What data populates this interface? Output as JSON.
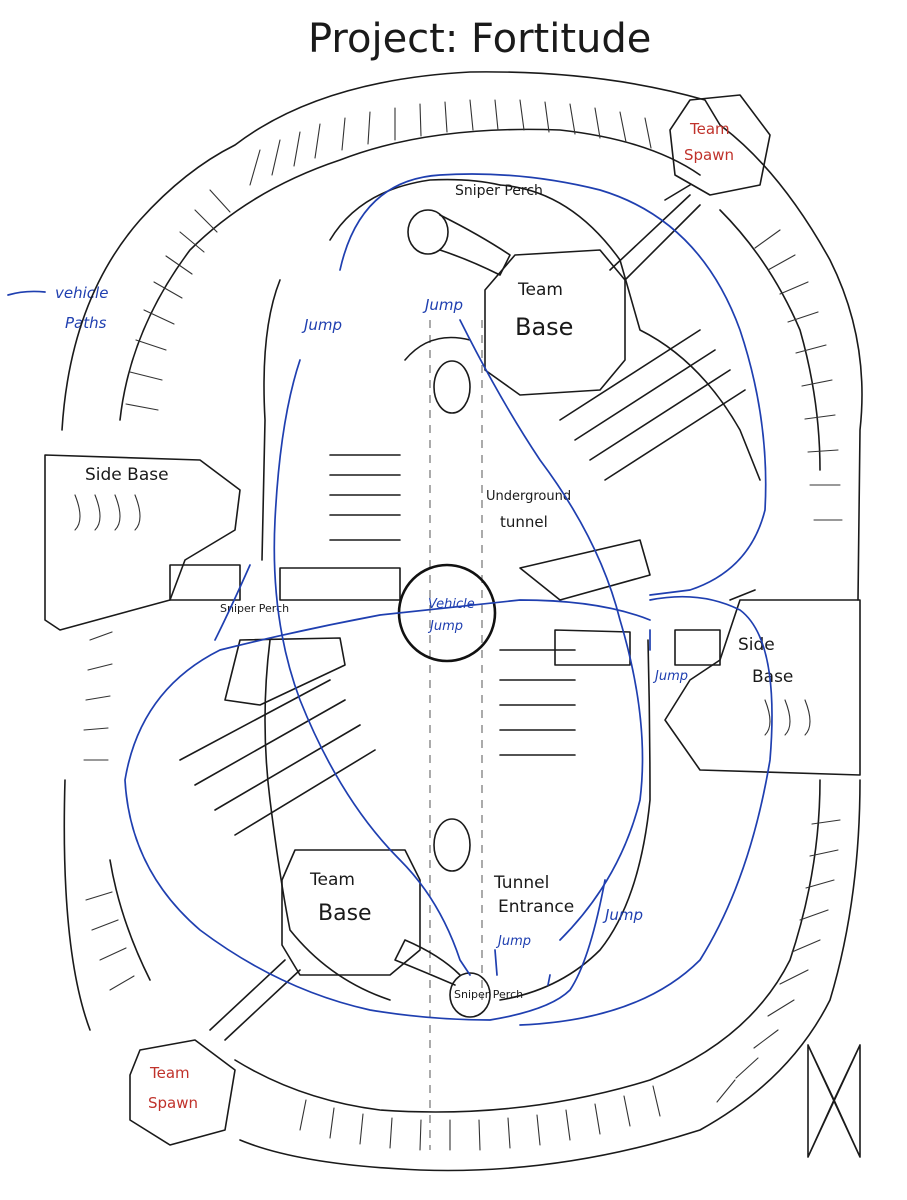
{
  "title": "Project: Fortitude",
  "legend": {
    "vehicle_paths": "vehicle Paths"
  },
  "labels": {
    "sniper_perch_top": "Sniper Perch",
    "sniper_perch_left": "Sniper Perch",
    "sniper_perch_bottom": "Sniper Perch",
    "team_base_top": "Team Base",
    "team_base_bottom": "Team Base",
    "team_spawn_top": "Team Spawn",
    "team_spawn_bottom": "Team Spawn",
    "side_base_left": "Side Base",
    "side_base_right": "Side Base",
    "underground_tunnel": "Underground tunnel",
    "tunnel_entrance": "Tunnel Entrance",
    "vehicle_jump": "Vehicle Jump",
    "jump_1": "Jump",
    "jump_2": "Jump",
    "jump_3": "Jump",
    "jump_4": "Jump",
    "jump_5": "Jump"
  },
  "colors": {
    "ink": "#1a1a1a",
    "vehicle_path": "#1f3fb0",
    "spawn_label": "#c0322b",
    "paper": "#ffffff"
  },
  "signature": "monogram-signature"
}
